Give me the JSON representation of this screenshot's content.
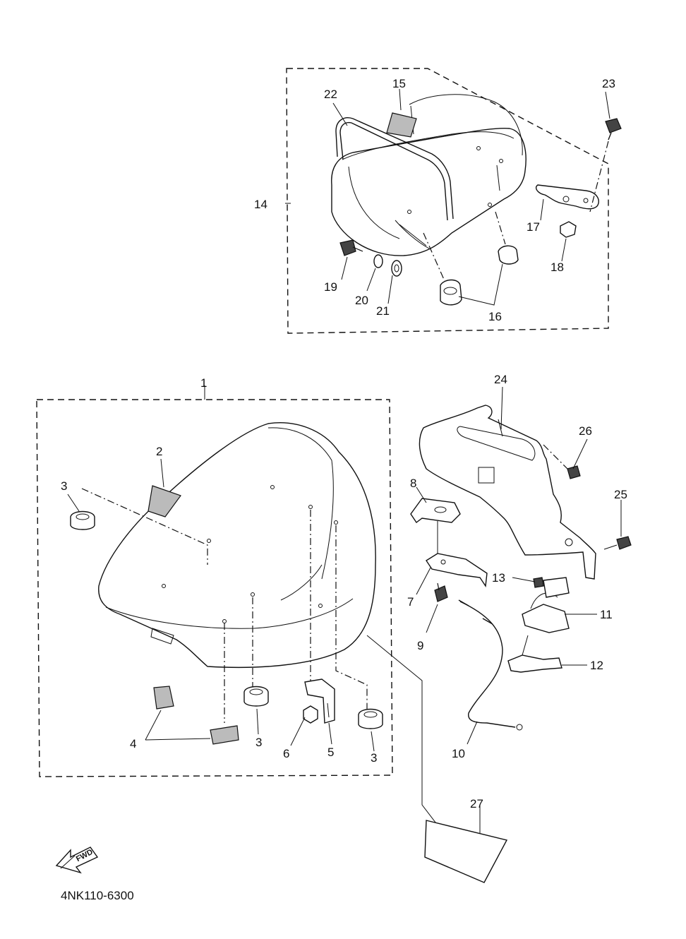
{
  "drawing_code": "4NK110-6300",
  "fwd_label": "FWD",
  "callouts": {
    "c1": "1",
    "c2": "2",
    "c3a": "3",
    "c3b": "3",
    "c3c": "3",
    "c4": "4",
    "c5": "5",
    "c6": "6",
    "c7": "7",
    "c8": "8",
    "c9": "9",
    "c10": "10",
    "c11": "11",
    "c12": "12",
    "c13": "13",
    "c14": "14",
    "c15": "15",
    "c16": "16",
    "c17": "17",
    "c18": "18",
    "c19": "19",
    "c20": "20",
    "c21": "21",
    "c22": "22",
    "c23": "23",
    "c24": "24",
    "c25": "25",
    "c26": "26",
    "c27": "27"
  }
}
